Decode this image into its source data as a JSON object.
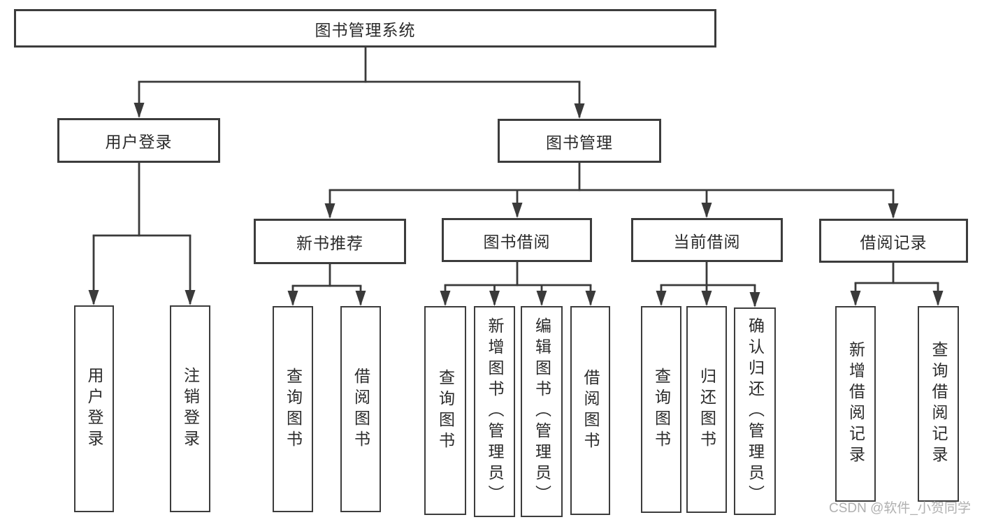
{
  "colors": {
    "line": "#3c3c3c",
    "text": "#2b2b2b",
    "watermark": "#b0b0b0",
    "background": "#ffffff"
  },
  "watermark": {
    "text": "CSDN @软件_小贺同学"
  },
  "tree": {
    "root": {
      "label": "图书管理系统"
    },
    "branches": [
      {
        "label": "用户登录",
        "children": [
          {
            "label": "用户登录"
          },
          {
            "label": "注销登录"
          }
        ]
      },
      {
        "label": "图书管理",
        "children": [
          {
            "label": "新书推荐",
            "children": [
              {
                "label": "查询图书"
              },
              {
                "label": "借阅图书"
              }
            ]
          },
          {
            "label": "图书借阅",
            "children": [
              {
                "label": "查询图书"
              },
              {
                "label": "新增图书（管理员）"
              },
              {
                "label": "编辑图书（管理员）"
              },
              {
                "label": "借阅图书"
              }
            ]
          },
          {
            "label": "当前借阅",
            "children": [
              {
                "label": "查询图书"
              },
              {
                "label": "归还图书"
              },
              {
                "label": "确认归还（管理员）"
              }
            ]
          },
          {
            "label": "借阅记录",
            "children": [
              {
                "label": "新增借阅记录"
              },
              {
                "label": "查询借阅记录"
              }
            ]
          }
        ]
      }
    ]
  }
}
